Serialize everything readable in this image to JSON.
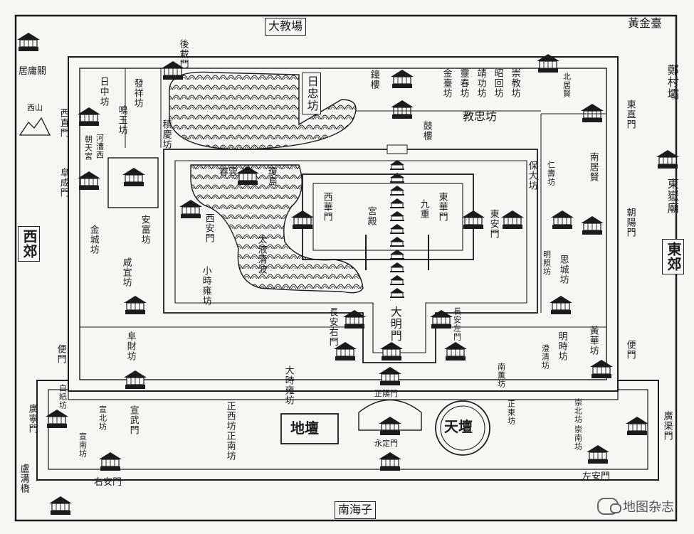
{
  "map": {
    "top_center": "大教場",
    "top_right": "黃金臺",
    "bottom_center": "南海子",
    "west_suburb": "西郊",
    "east_suburb": "東郊",
    "right_outer": "鄭村壩",
    "east_yue": "東嶽廟",
    "west_hill": "西山",
    "top_left_gate": "居庸關",
    "bottom_left_bridge": "盧溝橋",
    "houzai_gate": "後載門",
    "rizhong_fang": "日忠坊",
    "jiaozhong_fang": "教忠坊",
    "gulou": "鼓樓",
    "zhonglou": "鐘樓",
    "yuzhong_fang": "日中坊",
    "fa_xiang_fang": "發祥坊",
    "ming_yu_fang": "鳴玉坊",
    "ji_qing_fang": "積慶坊",
    "chongjiao_fang": "崇教坊",
    "zhaohui_fang": "昭回坊",
    "jinggong_fang": "靖功坊",
    "lingchun_fang": "靈春坊",
    "jintai_fang": "金臺坊",
    "ju_xian_north": "北居賢",
    "dongzhi_gate": "東直門",
    "xizhi_gate": "西直門",
    "hezhao_xi": "河漕西",
    "chaotian_gong": "朝天宮",
    "fucheng_gate": "阜成門",
    "chunyun": "春雲",
    "qiong_dao": "瓊島",
    "xian_gate": "西安門",
    "taiye_pool": "太液清波",
    "xihua_gate": "西華門",
    "jiuchong": "九重",
    "gongdian": "宮殿",
    "donghua_gate": "東華門",
    "dongan_gate": "東安門",
    "baoda_fang": "保大坊",
    "renshou_fang": "仁壽坊",
    "nan_ju_xian": "南居賢",
    "chaoyang_gate": "朝陽門",
    "jincheng_fang": "金城坊",
    "anfu_fang": "安富坊",
    "xianyi_fang": "咸宜坊",
    "xiaoshiyong_fang": "小時雍坊",
    "sicheng_fang": "思城坊",
    "mingzhao_fang": "明照坊",
    "daming_gate": "大明門",
    "changan_left": "長安左門",
    "changan_right": "長安右門",
    "huanghua_fang": "黃華坊",
    "mingshi_fang": "明時坊",
    "chengqing_fang": "澄清坊",
    "fucai_fang": "阜財坊",
    "dashiyong_fang": "大時雍坊",
    "nanxun_fang": "南薰坊",
    "bian_gate_west": "便門",
    "bian_gate_east": "便門",
    "baizhi_fang": "白紙坊",
    "guangning_gate": "廣寧門",
    "xuanbei_fang": "宣北坊",
    "xuanwu_gate": "宣武門",
    "zhengxi_fang": "正西坊",
    "zhengnan_fang": "正南坊",
    "xuannan_fang": "宣南坊",
    "zhengdong_fang": "正東坊",
    "chongbei_fang": "崇北坊",
    "chongnan_fang": "崇南坊",
    "guangqu_gate": "廣渠門",
    "zhengyang_gate": "正陽門",
    "yongding_gate": "永定門",
    "you_an_gate": "右安門",
    "zuo_an_gate": "左安門",
    "di_tan": "地壇",
    "tian_tan": "天壇"
  },
  "watermark": "地图杂志",
  "colors": {
    "ink": "#1b1b1b",
    "paper": "#f7f6f2",
    "wall_fill": "#f7f6f2"
  }
}
